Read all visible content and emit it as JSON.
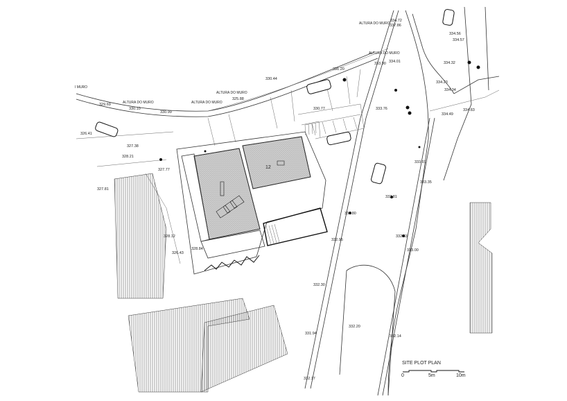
{
  "drawing": {
    "title": "SITE PLOT PLAN",
    "scale": {
      "ticks": [
        "0",
        "5m",
        "10m"
      ]
    },
    "room_number": "12",
    "wall_notes": [
      "ALTURA DO MURO",
      "ALTURA DO MURO",
      "ALTURA DO MURO",
      "ALTURA DO MURO",
      "ALTURA DO MURO",
      "I MURO"
    ],
    "elevations": [
      "334.72",
      "337.86",
      "334.56",
      "334.57",
      "334.32",
      "334.01",
      "333.90",
      "330.44",
      "331.20",
      "325.88",
      "329.69",
      "330.10",
      "330.99",
      "326.41",
      "327.38",
      "328.21",
      "327.77",
      "327.81",
      "333.01",
      "333.35",
      "332.81",
      "332.83",
      "333.00",
      "332.20",
      "331.94",
      "332.14",
      "332.17",
      "332.30",
      "332.95",
      "332.80",
      "334.49",
      "334.83",
      "334.34",
      "334.23",
      "333.76",
      "330.77",
      "328.12",
      "326.43",
      "328.84"
    ]
  },
  "colors": {
    "line": "#333333",
    "fill_grey": "#c9c9c9",
    "background": "#ffffff"
  }
}
